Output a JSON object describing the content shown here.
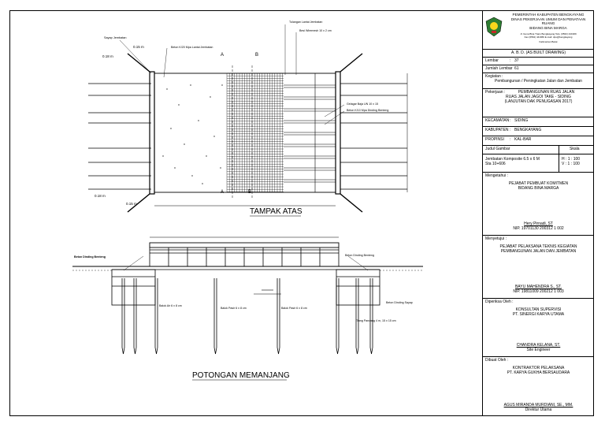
{
  "titleblock": {
    "agency_line1": "PEMERINTAH KABUPATEN BENGKAYANG",
    "agency_line2": "DINAS PEKERJAAN UMUM DAN PENATAAN RUANG",
    "agency_line3": "BIDANG BINA MARGA",
    "address1": "Jl. Guna Bina Trans Bengkayang Telp. (0562) 441969",
    "address2": "Fax (0562) 441969 E-mail: dpu@bengkayang",
    "address3": "Kalimantan Barat",
    "doc_type": "A. B. D. (AS BUILT DRAWING)",
    "lembar_label": "Lembar",
    "lembar_value": "37",
    "jumlah_label": "Jumlah Lembar",
    "jumlah_value": "61",
    "kegiatan_label": "Kegiatan :",
    "kegiatan_value": "Pembangunan / Peningkatan Jalan dan Jembatan",
    "pekerjaan_label": "Pekerjaan :",
    "pekerjaan_value1": "PEMBANGUNAN RUAS JALAN",
    "pekerjaan_value2": "RUAS JALAN JAGOI TAKE - SIDING",
    "pekerjaan_value3": "(LANJUTAN DAK PENUGASAN 2017)",
    "kecamatan_label": "KECAMATAN",
    "kecamatan_value": "SIDING",
    "kabupaten_label": "KABUPATEN",
    "kabupaten_value": "BENGKAYANG",
    "propinsi_label": "PROPINSI",
    "propinsi_value": "KAL-BAR",
    "judul_label": "Judul Gambar",
    "skala_label": "Skala",
    "judul_value1": "Jembatan Komposite 6.5 x 6 M",
    "judul_value2": "Sta 10+606",
    "skala_h": "H  :  1 : 100",
    "skala_v": "V  :  1 : 100",
    "mengetahui_label": "Mengetahui :",
    "mengetahui_role1": "PEJABAT PEMBUAT KOMITMEN",
    "mengetahui_role2": "BIDANG BINA MARGA",
    "mengetahui_name": "Hery Pirnadi, ST",
    "mengetahui_nip": "NIP. 19701130 200312 1 002",
    "menyetujui_label": "Menyetujui :",
    "menyetujui_role1": "PEJABAT PELAKSANA TEKNIS KEGIATAN",
    "menyetujui_role2": "PEMBANGUNAN JALAN DAN JEMBATAN",
    "menyetujui_name": "BAYU MAHENDRA S., ST.",
    "menyetujui_nip": "NIP. 19811009 200212 1 003",
    "diperiksa_label": "Diperiksa Oleh :",
    "diperiksa_role1": "KONSULTAN SUPERVISI",
    "diperiksa_role2": "PT. SINERGI KARYA UTAMA",
    "diperiksa_name": "CHANDRA KELANA, ST.",
    "diperiksa_title": "Site Engineer",
    "dibuat_label": "Dibuat Oleh :",
    "dibuat_role1": "KONTRAKTOR PELAKSANA",
    "dibuat_role2": "PT. KARYA GUKHA BERSAUDARA",
    "dibuat_name": "AGUS MIRANDA MURDIANI, SE., MM.",
    "dibuat_title": "Direktur Utama"
  },
  "drawing": {
    "plan_title": "TAMPAK ATAS",
    "section_title": "POTONGAN MEMANJANG",
    "label_sayap": "Sayap Jembatan",
    "label_beton_lantai": "Beton K/20 Mpa Lantai Jembatan",
    "label_tulangan": "Tulangan Lantai Jembatan",
    "label_besi": "Besi Wiremesh 10 x 2 cm",
    "label_gelagar": "Gelagar Baja UN 10 x 15",
    "label_beton_dinding": "Beton K/10 Mpa Dinding Benteng",
    "label_015_top": "0.15 m",
    "label_018_top": "0.18 m",
    "label_018_bot": "0.18 m",
    "label_015_bot": "0.15 m",
    "section_a": "A",
    "section_b": "B",
    "sec_label_left": "Beton Dinding Benteng",
    "sec_label_right": "Beton Dinding Benteng",
    "sec_label_baja_left": "Balok Air 6 x 8 cm",
    "sec_label_baja_mid": "Balok Pasir 6 x 8 cm",
    "sec_label_baja_mid2": "Balok Pasir 6 x 8 cm",
    "sec_label_sayap_right": "Beton Dinding Sayap",
    "sec_label_tiang": "Tiang Pancang  4 m, 15 x 15 cm"
  }
}
